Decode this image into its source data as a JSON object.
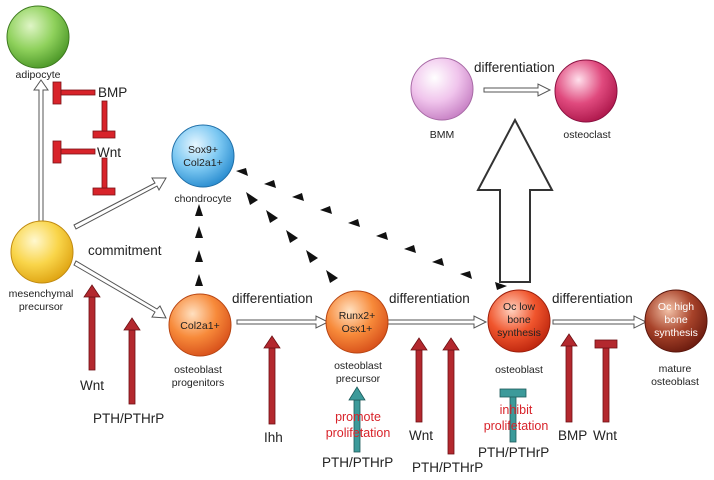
{
  "cells": {
    "adipocyte": {
      "label": "adipocyte"
    },
    "mesenchymal": {
      "label_line1": "mesenchymal",
      "label_line2": "precursor"
    },
    "chondrocyte": {
      "inner_line1": "Sox9+",
      "inner_line2": "Col2a1+",
      "label": "chondrocyte"
    },
    "osteoblast_progenitors": {
      "inner": "Col2a1+",
      "label_line1": "osteoblast",
      "label_line2": "progenitors"
    },
    "osteoblast_precursor": {
      "inner_line1": "Runx2+",
      "inner_line2": "Osx1+",
      "label_line1": "osteoblast",
      "label_line2": "precursor"
    },
    "osteoblast": {
      "inner_line1": "Oc low",
      "inner_line2": "bone",
      "inner_line3": "synthesis",
      "label": "osteoblast"
    },
    "mature_osteoblast": {
      "inner_line1": "Oc high",
      "inner_line2": "bone",
      "inner_line3": "synthesis",
      "label_line1": "mature",
      "label_line2": "osteoblast"
    },
    "bmm": {
      "label": "BMM"
    },
    "osteoclast": {
      "label": "osteoclast"
    }
  },
  "process_labels": {
    "commitment": "commitment",
    "differentiation_1": "differentiation",
    "differentiation_2": "differentiation",
    "differentiation_3": "differentiation",
    "differentiation_osteoclast": "differentiation"
  },
  "regulators": {
    "bmp_inhibit": "BMP",
    "wnt_inhibit": "Wnt",
    "wnt_commit": "Wnt",
    "pth_commit": "PTH/PTHrP",
    "ihh": "Ihh",
    "pth_precursor": "PTH/PTHrP",
    "wnt_osteoblast": "Wnt",
    "pth_osteoblast_low": "PTH/PTHrP",
    "pth_osteoblast_inhibit": "PTH/PTHrP",
    "bmp_mature": "BMP",
    "wnt_mature": "Wnt"
  },
  "annotations": {
    "promote_line1": "promote",
    "promote_line2": "prolifetation",
    "inhibit_line1": "inhibit",
    "inhibit_line2": "prolifetation"
  },
  "colors": {
    "activation_arrow": "#b3282e",
    "inhibition_bar": "#d8232a",
    "teal_arrow": "#3c9a9a",
    "annotation_red": "#d8232a"
  }
}
